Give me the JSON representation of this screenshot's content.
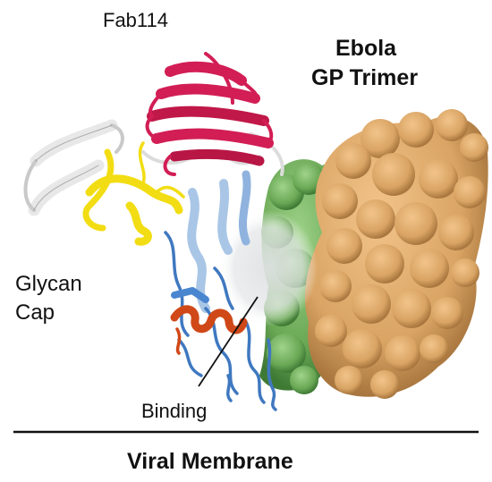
{
  "labels": {
    "fab": "Fab114",
    "trimer_line1": "Ebola",
    "trimer_line2": "GP Trimer",
    "glycan_line1": "Glycan",
    "glycan_line2": "Cap",
    "binding": "Binding",
    "membrane": "Viral Membrane"
  },
  "colors": {
    "fab_heavy": "#d21e55",
    "fab_light": "#e8e8e8",
    "glycan_cap": "#f2dd14",
    "gp_ribbon": "#3f78c0",
    "gp_ribbon_light": "#a9c6e6",
    "helix": "#d04818",
    "trimer_orange": "#d9a464",
    "trimer_green": "#6aa855",
    "binding_site": "#d8dadc"
  }
}
